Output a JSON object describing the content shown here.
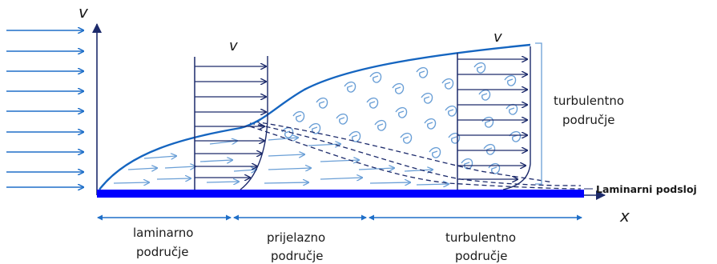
{
  "axes": {
    "y_label": "v",
    "x_label": "x"
  },
  "profile_labels": {
    "laminar_v": "v",
    "turbulent_v": "v"
  },
  "side_label": {
    "line1": "turbulentno",
    "line2": "područje"
  },
  "sublayer_label": "Laminarni podsloj",
  "regions": [
    {
      "line1": "laminarno",
      "line2": "područje"
    },
    {
      "line1": "prijelazno",
      "line2": "područje"
    },
    {
      "line1": "turbulentno",
      "line2": "područje"
    }
  ],
  "colors": {
    "arrow_blue": "#1f6fc8",
    "dark_blue": "#1c2a6b",
    "wall_blue": "#0000ff",
    "boundary_blue": "#1565c0",
    "light_blue": "#6a9fd6"
  }
}
